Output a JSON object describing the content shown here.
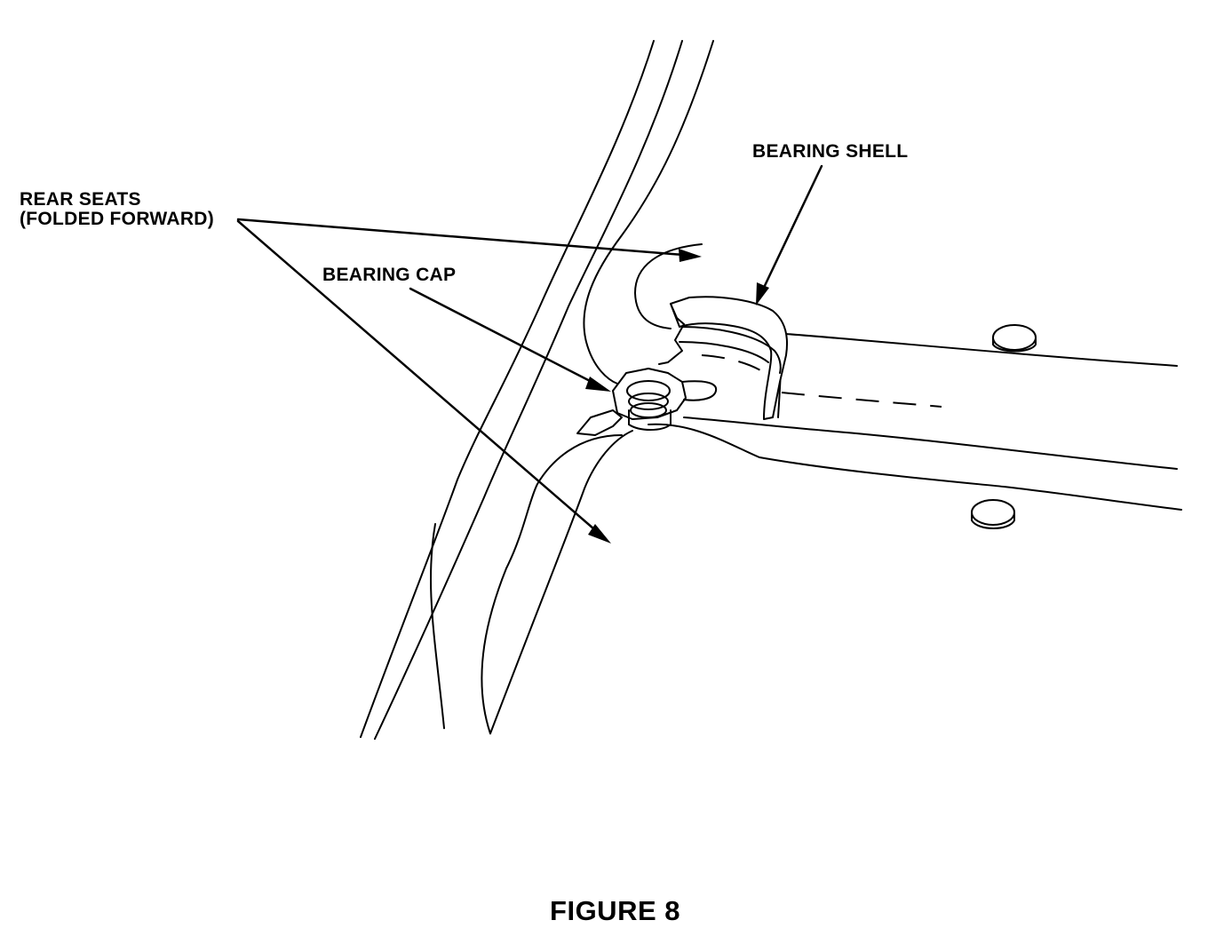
{
  "labels": {
    "rear_seats_line1": "REAR SEATS",
    "rear_seats_line2": "(FOLDED FORWARD)",
    "bearing_shell": "BEARING SHELL",
    "bearing_cap": "BEARING CAP"
  },
  "caption": "FIGURE 8",
  "colors": {
    "ink": "#000000",
    "paper": "#ffffff"
  }
}
